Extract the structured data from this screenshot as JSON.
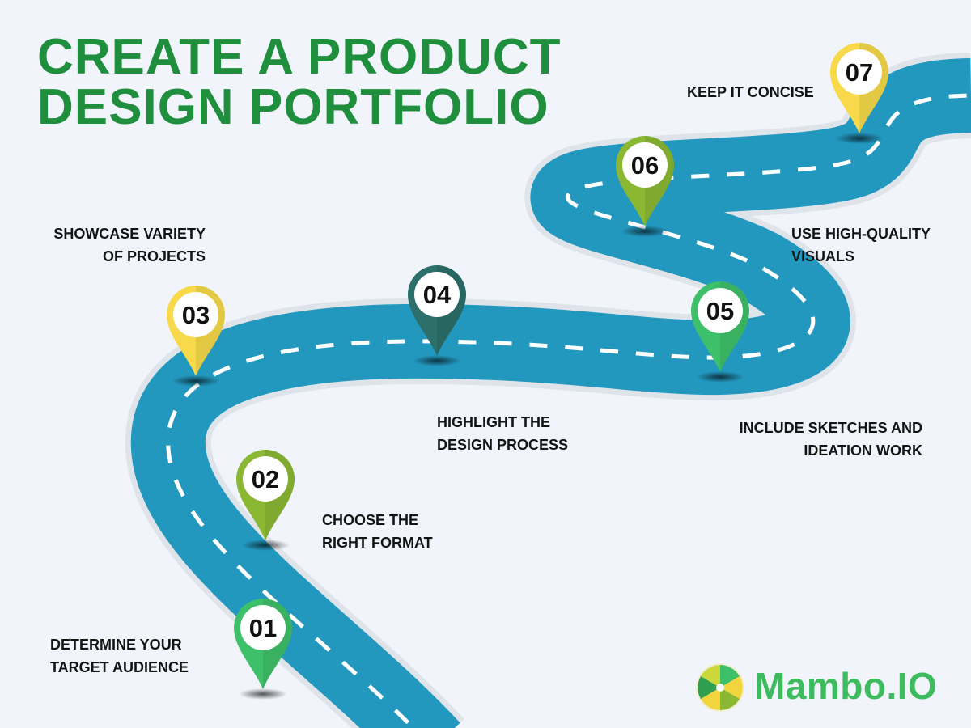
{
  "title": {
    "line1": "CREATE A PRODUCT",
    "line2": "DESIGN PORTFOLIO"
  },
  "colors": {
    "title": "#1f8e3d",
    "road": "#2398bf",
    "curb": "#dfe4ea",
    "lane": "#ffffff"
  },
  "steps": [
    {
      "num": "01",
      "label_lines": [
        "DETERMINE YOUR",
        "TARGET AUDIENCE"
      ],
      "color": "#3ec06a"
    },
    {
      "num": "02",
      "label_lines": [
        "CHOOSE THE",
        "RIGHT FORMAT"
      ],
      "color": "#8ab833"
    },
    {
      "num": "03",
      "label_lines": [
        "SHOWCASE VARIETY",
        "OF PROJECTS"
      ],
      "color": "#f7d94a"
    },
    {
      "num": "04",
      "label_lines": [
        "HIGHLIGHT THE",
        "DESIGN PROCESS"
      ],
      "color": "#2c6f6b"
    },
    {
      "num": "05",
      "label_lines": [
        "INCLUDE SKETCHES AND",
        "IDEATION WORK"
      ],
      "color": "#3ec06a"
    },
    {
      "num": "06",
      "label_lines": [
        "USE HIGH-QUALITY",
        "VISUALS"
      ],
      "color": "#8ab833"
    },
    {
      "num": "07",
      "label_lines": [
        "KEEP IT CONCISE"
      ],
      "color": "#f7d94a"
    }
  ],
  "brand": {
    "name": "Mambo.IO",
    "logo_icon": "pinwheel-logo-icon"
  }
}
